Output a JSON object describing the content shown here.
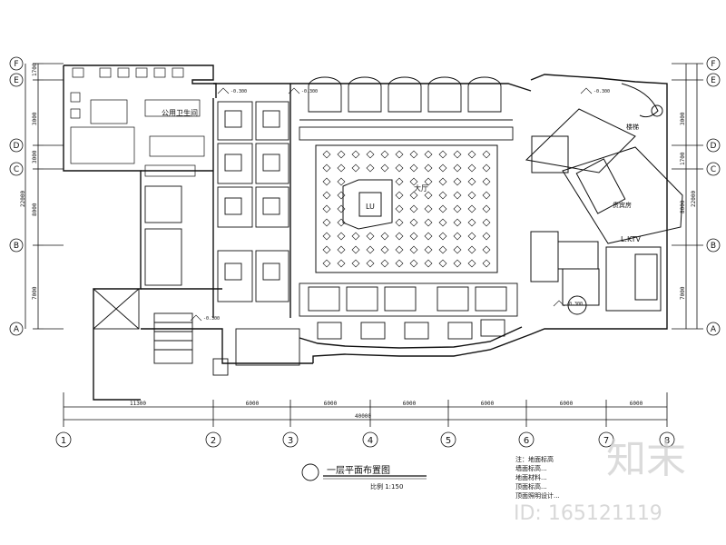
{
  "grid": {
    "columns": [
      "1",
      "2",
      "3",
      "4",
      "5",
      "6",
      "7",
      "8"
    ],
    "rows": [
      "A",
      "B",
      "C",
      "D",
      "E",
      "F"
    ]
  },
  "dimensions": {
    "bottom_segments": [
      "11300",
      "6000",
      "6000",
      "6000",
      "6000",
      "6000",
      "6000"
    ],
    "bottom_total": "40000",
    "left_segments": [
      "7000",
      "8000",
      "3000",
      "3000",
      "1700"
    ],
    "left_total": "22000",
    "right_segments": [
      "7000",
      "8000",
      "3000",
      "1700"
    ],
    "right_total": "22000"
  },
  "elevations": [
    "-0.300",
    "-0.300",
    "-0.300",
    "-0.300",
    "-0.300"
  ],
  "room_labels": {
    "restroom": "公用卫生间",
    "lobby": "大厅",
    "ktv": "L.KTV",
    "stair_right": "楼梯",
    "vip": "贵宾房",
    "stage": "LU"
  },
  "title": {
    "name": "一层平面布置图",
    "scale": "比例 1:150"
  },
  "notes": [
    "注：地面标高",
    "墙面标高...",
    "地面材料...",
    "顶面标高...",
    "顶面照明设计..."
  ],
  "watermark": {
    "logo_text": "知末",
    "id_text": "ID: 165121119"
  },
  "colors": {
    "line": "#111111",
    "watermark": "#cfcfcf"
  }
}
